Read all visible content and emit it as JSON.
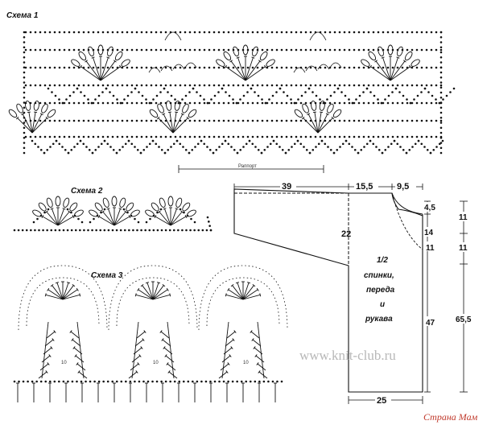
{
  "scheme_labels": {
    "s1": "Схема 1",
    "s2": "Схема 2",
    "s3": "Схема 3"
  },
  "rapport_label": "Раппорт",
  "pattern_notes": {
    "stitch_count": "10"
  },
  "schematic": {
    "top_dims": [
      "39",
      "15,5",
      "9,5"
    ],
    "left_dim": "22",
    "bottom_dim": "25",
    "right_dims": [
      "4,5",
      "14",
      "11",
      "47"
    ],
    "outer_right_dims": [
      "11",
      "11",
      "65,5"
    ],
    "center_text": [
      "1/2",
      "спинки,",
      "переда",
      "и",
      "рукава"
    ]
  },
  "watermark": "www.knit-club.ru",
  "logo_text": "Страна Мам",
  "colors": {
    "ink": "#111111",
    "watermark": "#b8b8b8",
    "logo": "#c0392b"
  }
}
